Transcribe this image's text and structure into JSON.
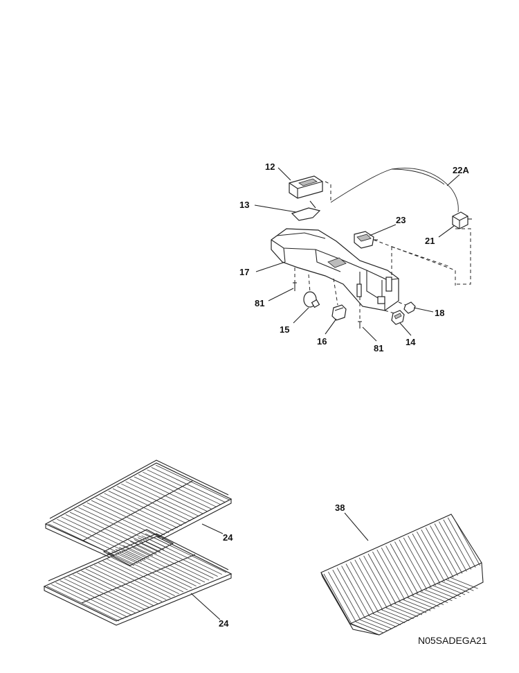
{
  "diagram": {
    "part_labels": {
      "p12": "12",
      "p13": "13",
      "p17": "17",
      "p81a": "81",
      "p15": "15",
      "p16": "16",
      "p81b": "81",
      "p14": "14",
      "p18": "18",
      "p21": "21",
      "p23": "23",
      "p22a": "22A",
      "p24a": "24",
      "p24b": "24",
      "p38": "38"
    },
    "drawing_code": "N05SADEGA21"
  }
}
